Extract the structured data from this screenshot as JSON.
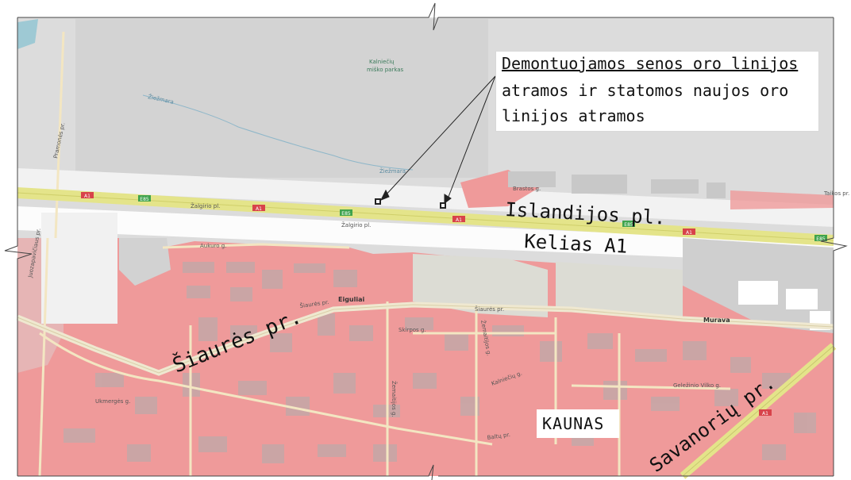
{
  "colors": {
    "background_gray": "#dcdcdc",
    "residential_pink": "#ef9a9a",
    "highway_yellow": "#e4e48a",
    "building_gray": "#b9b9b9",
    "water_blue": "#9ec9d4",
    "route_green": "#3fa34d",
    "route_red": "#d8434a"
  },
  "callout": {
    "lines": [
      "Demontuojamos senos oro linijos",
      "atramos ir statomos naujos oro",
      "linijos atramos"
    ]
  },
  "labels": {
    "islandijos": "Islandijos pl.",
    "kelias": "Kelias A1",
    "siaures": "Šiaurės pr.",
    "savanoriu": "Savanorių pr.",
    "kaunas": "KAUNAS",
    "eiguliai": "Eiguliai",
    "murava": "Murava",
    "park_line1": "Kalniečių",
    "park_line2": "miško parkas",
    "river": "Žiežmara",
    "zalgirio": "Žalgirio pl.",
    "aukuro": "Aukuro g.",
    "siaures_small": "Šiaurės pr.",
    "skirpos": "Skirpos g.",
    "zemaitijos": "Žemaitijos g.",
    "brastos": "Brastos g.",
    "pramones": "Pramonės pr.",
    "kalnieciu": "Kalniečių g.",
    "gelezinio": "Geležinio Vilko g.",
    "juozapaviciaus": "Juozapavičiaus pr.",
    "ukmerges": "Ukmergės g.",
    "baltiju": "Baltų pr.",
    "taikos": "Taikos pr."
  },
  "route_shields": {
    "a1": "A1",
    "e85": "E85"
  }
}
